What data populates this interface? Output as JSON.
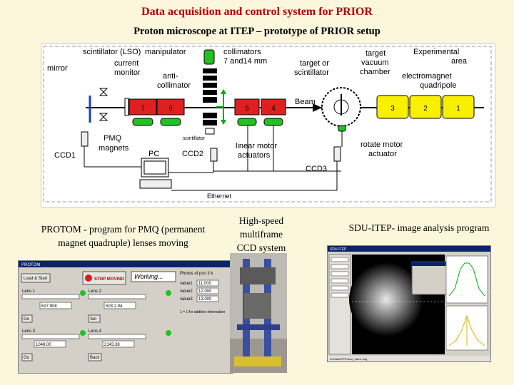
{
  "title": "Data acquisition and control system for PRIOR",
  "subtitle": "Proton microscope at ITEP – prototype of PRIOR setup",
  "diagram": {
    "labels": {
      "scintillator_lso": "scintillator (LSO)",
      "manipulator": "manipulator",
      "collimators": "collimators",
      "collimators_size": "7 and14 mm",
      "target": "target",
      "vacuum": "vacuum",
      "chamber": "chamber",
      "experimental": "Experimental",
      "area": "area",
      "mirror": "mirror",
      "current": "current",
      "monitor": "monitor",
      "anti": "anti-",
      "collimator": "collimator",
      "target_or": "target or",
      "scintillator": "scintillator",
      "electromagnet": "electromagnet",
      "quadripole": "quadripole",
      "beam": "Beam",
      "pmq": "PMQ",
      "magnets": "magnets",
      "scintillator_small": "scintillator",
      "pc": "PC",
      "ccd2": "CCD2",
      "linear_motor": "linear motor",
      "actuators": "actuators",
      "rotate_motor": "rotate motor",
      "actuator": "actuator",
      "ccd1": "CCD1",
      "ccd3": "CCD3",
      "ethernet": "Ethernet"
    },
    "red_magnets": [
      "7",
      "6",
      "5",
      "4"
    ],
    "yellow_magnets": [
      "3",
      "2",
      "1"
    ]
  },
  "captions": {
    "protom_line1": "PROTOM - program for PMQ (permanent",
    "protom_line2": "magnet quadruple) lenses moving",
    "ccd_line1": "High-speed",
    "ccd_line2": "multiframe",
    "ccd_line3": "CCD system",
    "sdu": "SDU-ITEP- image analysis program"
  },
  "protom_app": {
    "window_title": "PROTOM",
    "start_button": "Load & Start",
    "stop_button": "STOP MOVING",
    "status": "Working...",
    "position_header": "Photos of pos 3 k",
    "value_rows": [
      "value1",
      "value2",
      "value3"
    ],
    "position_values": [
      "11.000",
      "12.000",
      "13.000"
    ],
    "lens_labels": [
      "Lens 1",
      "Lens 2",
      "Lens 3",
      "Lens 4"
    ],
    "lens_values": [
      "627.908",
      "503.2.94",
      "1048.00",
      "2143.38"
    ],
    "note": "1 = 1 for additive information",
    "btn_go": "Go",
    "btn_set": "Set",
    "btn_back": "Back"
  },
  "sdu_app": {
    "window_title": "SDU-ITEP",
    "status_path": "D:\\Data\\ITEP\\shot_frame.img"
  }
}
